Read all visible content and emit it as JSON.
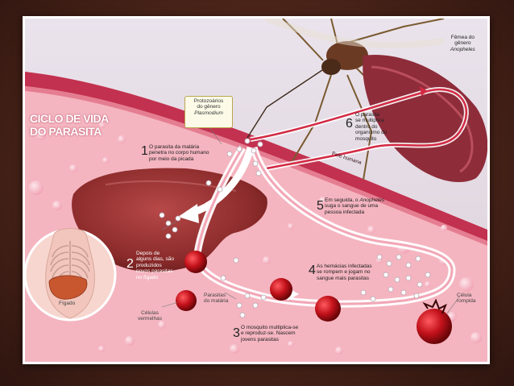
{
  "title": {
    "line1": "CICLO DE VIDA",
    "line2": "DO PARASITA"
  },
  "protozoa": {
    "line1": "Protozoários",
    "line2": "do gênero",
    "line3": "Plasmodium"
  },
  "female": {
    "line1": "Fêmea do",
    "line2": "gênero",
    "line3": "Anopheles"
  },
  "skin_label": "Pele humana",
  "liver_label": "Fígado",
  "red_cells_label": {
    "line1": "Células",
    "line2": "vermelhas"
  },
  "parasites_label": {
    "line1": "Parasitas",
    "line2": "do malária"
  },
  "burst_cell_label": {
    "line1": "Célula",
    "line2": "rompida"
  },
  "steps": [
    {
      "n": "1",
      "lines": [
        "O parasita da malária",
        "penetra no corpo humano",
        "por meio da picada"
      ]
    },
    {
      "n": "2",
      "lines": [
        "Depois de",
        "alguns dias, são",
        "produzidos",
        "novos parasitas",
        "no fígado"
      ]
    },
    {
      "n": "3",
      "lines": [
        "O mosquito multiplica-se",
        "e reproduz-se. Nascem",
        "jovens parasitas"
      ]
    },
    {
      "n": "4",
      "lines": [
        "As hemácias infectadas",
        "se rompem e jogam no",
        "sangue mais parasitas"
      ]
    },
    {
      "n": "5",
      "lines": [
        "Em seguida, o Anopheles",
        "suga o sangue de uma",
        "pessoa infectada"
      ]
    },
    {
      "n": "6",
      "lines": [
        "O parasita",
        "se multiplica",
        "dentro do",
        "organismo do",
        "mosquito"
      ]
    }
  ],
  "colors": {
    "flesh": "#f4b5c0",
    "skin_band": "#c2314f",
    "liver": "#8a2a2a",
    "red_cell": "#c3121b",
    "mosquito_body": "#8e2c3a"
  }
}
